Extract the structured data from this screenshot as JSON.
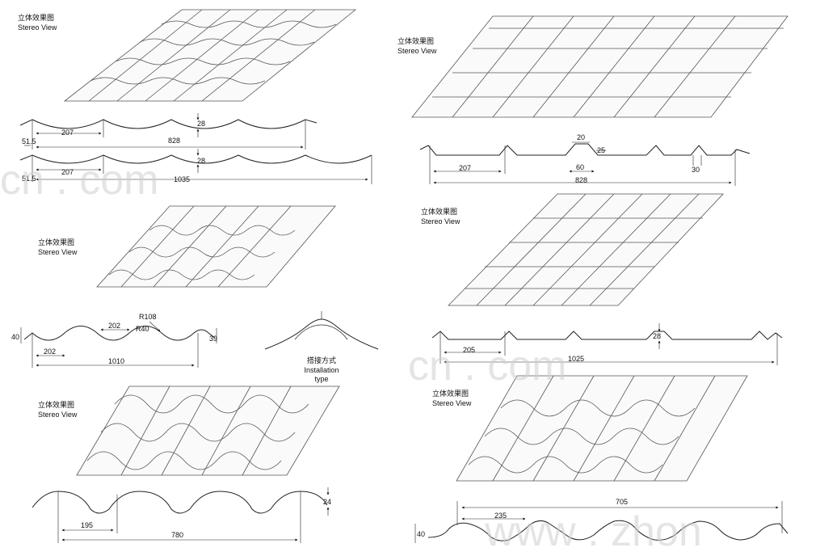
{
  "labels": {
    "cn": "立体效果图",
    "en": "Stereo View",
    "install_cn": "搭接方式",
    "install_en": "Installation type"
  },
  "panel1": {
    "d1": "207",
    "d2": "51.5",
    "d3": "828",
    "d4": "28",
    "d5": "207",
    "d6": "51.5",
    "d7": "1035",
    "d8": "28"
  },
  "panel2": {
    "d1": "20",
    "d2": "25",
    "d3": "207",
    "d4": "60",
    "d5": "30",
    "d6": "828"
  },
  "panel3": {
    "d1": "40",
    "d2": "202",
    "d3": "R108",
    "d4": "R40",
    "d5": "39",
    "d6": "202",
    "d7": "1010"
  },
  "panel4": {
    "d1": "28",
    "d2": "205",
    "d3": "1025"
  },
  "panel5": {
    "d1": "24",
    "d2": "195",
    "d3": "780"
  },
  "panel6": {
    "d1": "705",
    "d2": "235",
    "d3": "40"
  },
  "watermark": {
    "t1": "cn . com",
    "t2": "cn . com",
    "t3": "www . zhon"
  }
}
